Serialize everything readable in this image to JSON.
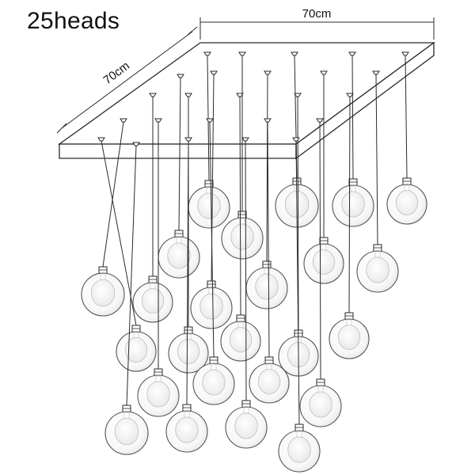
{
  "title": "25heads",
  "dimensions": {
    "width_label": "70cm",
    "depth_label": "70cm"
  },
  "colors": {
    "line": "#2a2a2a",
    "globe_stroke": "#555555",
    "globe_fill": "#f6f6f6",
    "bulb_fill": "#ffffff"
  }
}
